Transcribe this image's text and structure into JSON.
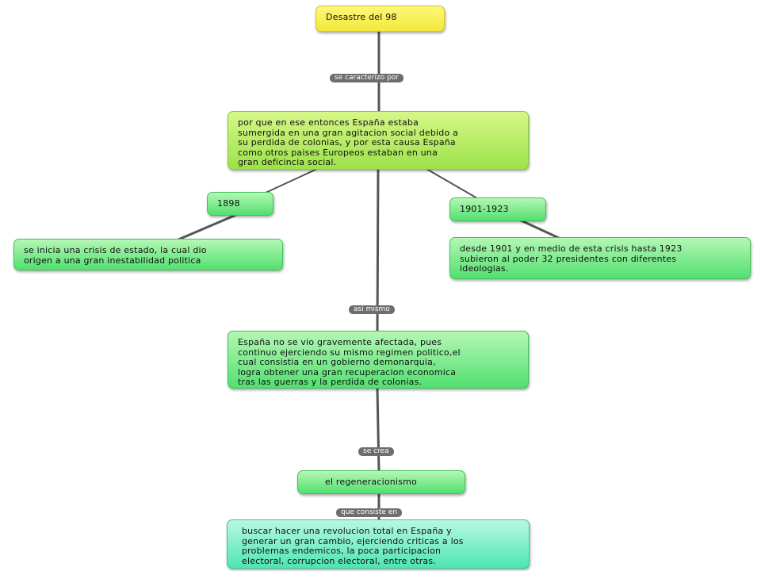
{
  "map": {
    "root": {
      "text": "Desastre del 98"
    },
    "links": {
      "caracterizo": "se caracterizo por",
      "asi_mismo": "asi mismo",
      "se_crea": "se crea",
      "consiste": "que consiste en"
    },
    "cause": {
      "text": "por que en ese entonces España estaba\nsumergida en una gran agitacion social debido a\nsu perdida de colonias, y por esta causa España\ncomo otros paises Europeos estaban en una\ngran deficincia social."
    },
    "year_1898": {
      "label": "1898",
      "detail": "se inicia una crisis de estado, la cual  dio\norigen a una gran inestabilidad politica"
    },
    "years_1901_1923": {
      "label": "1901-1923",
      "detail": "desde 1901 y en medio de esta crisis hasta 1923\nsubieron al poder 32 presidentes con diferentes\nideologias."
    },
    "spain": {
      "text": "España no se vio gravemente afectada, pues\ncontinuo ejerciendo su mismo regimen politico,el\ncual consistia en un gobierno demonarquia,\nlogra obtener una gran recuperacion economica\ntras las guerras y la perdida de colonias."
    },
    "regeneracionismo": {
      "text": "el regeneracionismo"
    },
    "definition": {
      "text": "buscar hacer una revolucion total en España y\ngenerar un gran cambio, ejerciendo criticas a los\nproblemas endemicos, la poca participacion\nelectoral, corrupcion electoral, entre otras."
    }
  }
}
